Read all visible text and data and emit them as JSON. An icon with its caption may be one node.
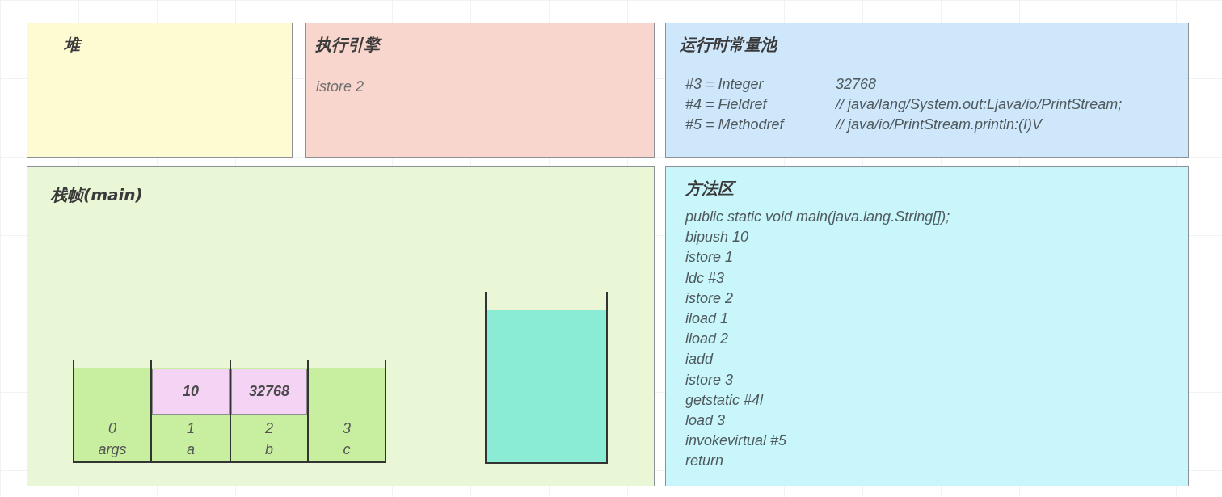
{
  "diagram": {
    "nodes": [
      {
        "text": [
          "堆"
        ]
      },
      {
        "text": [
          "执行引擎",
          "istore 2"
        ]
      },
      {
        "text": [
          "运行时常量池",
          "#3 = Integer",
          "32768",
          "#4 = Fieldref",
          "// java/lang/System.out:Ljava/io/PrintStream;",
          "#5 = Methodref",
          "// java/io/PrintStream.println:(I)V"
        ]
      },
      {
        "text": [
          "栈帧(main)"
        ]
      },
      {
        "text": [
          "0",
          "args"
        ],
        "in": 3
      },
      {
        "text": [
          "1",
          "a"
        ],
        "in": 3
      },
      {
        "text": [
          "10"
        ],
        "in": 5
      },
      {
        "text": [
          "2",
          "b"
        ],
        "in": 3
      },
      {
        "text": [
          "32768"
        ],
        "in": 7
      },
      {
        "text": [
          "3",
          "c"
        ],
        "in": 3
      },
      {
        "text": [],
        "shape": "box",
        "in": 3
      },
      {
        "text": [
          "方法区",
          "public static void main(java.lang.String[]);",
          "bipush 10",
          "istore 1",
          "ldc #3",
          "istore 2",
          "iload 1",
          "iload 2",
          "iadd",
          "istore 3",
          "getstatic #4l",
          "load 3",
          "invokevirtual #5",
          "return"
        ]
      }
    ]
  }
}
